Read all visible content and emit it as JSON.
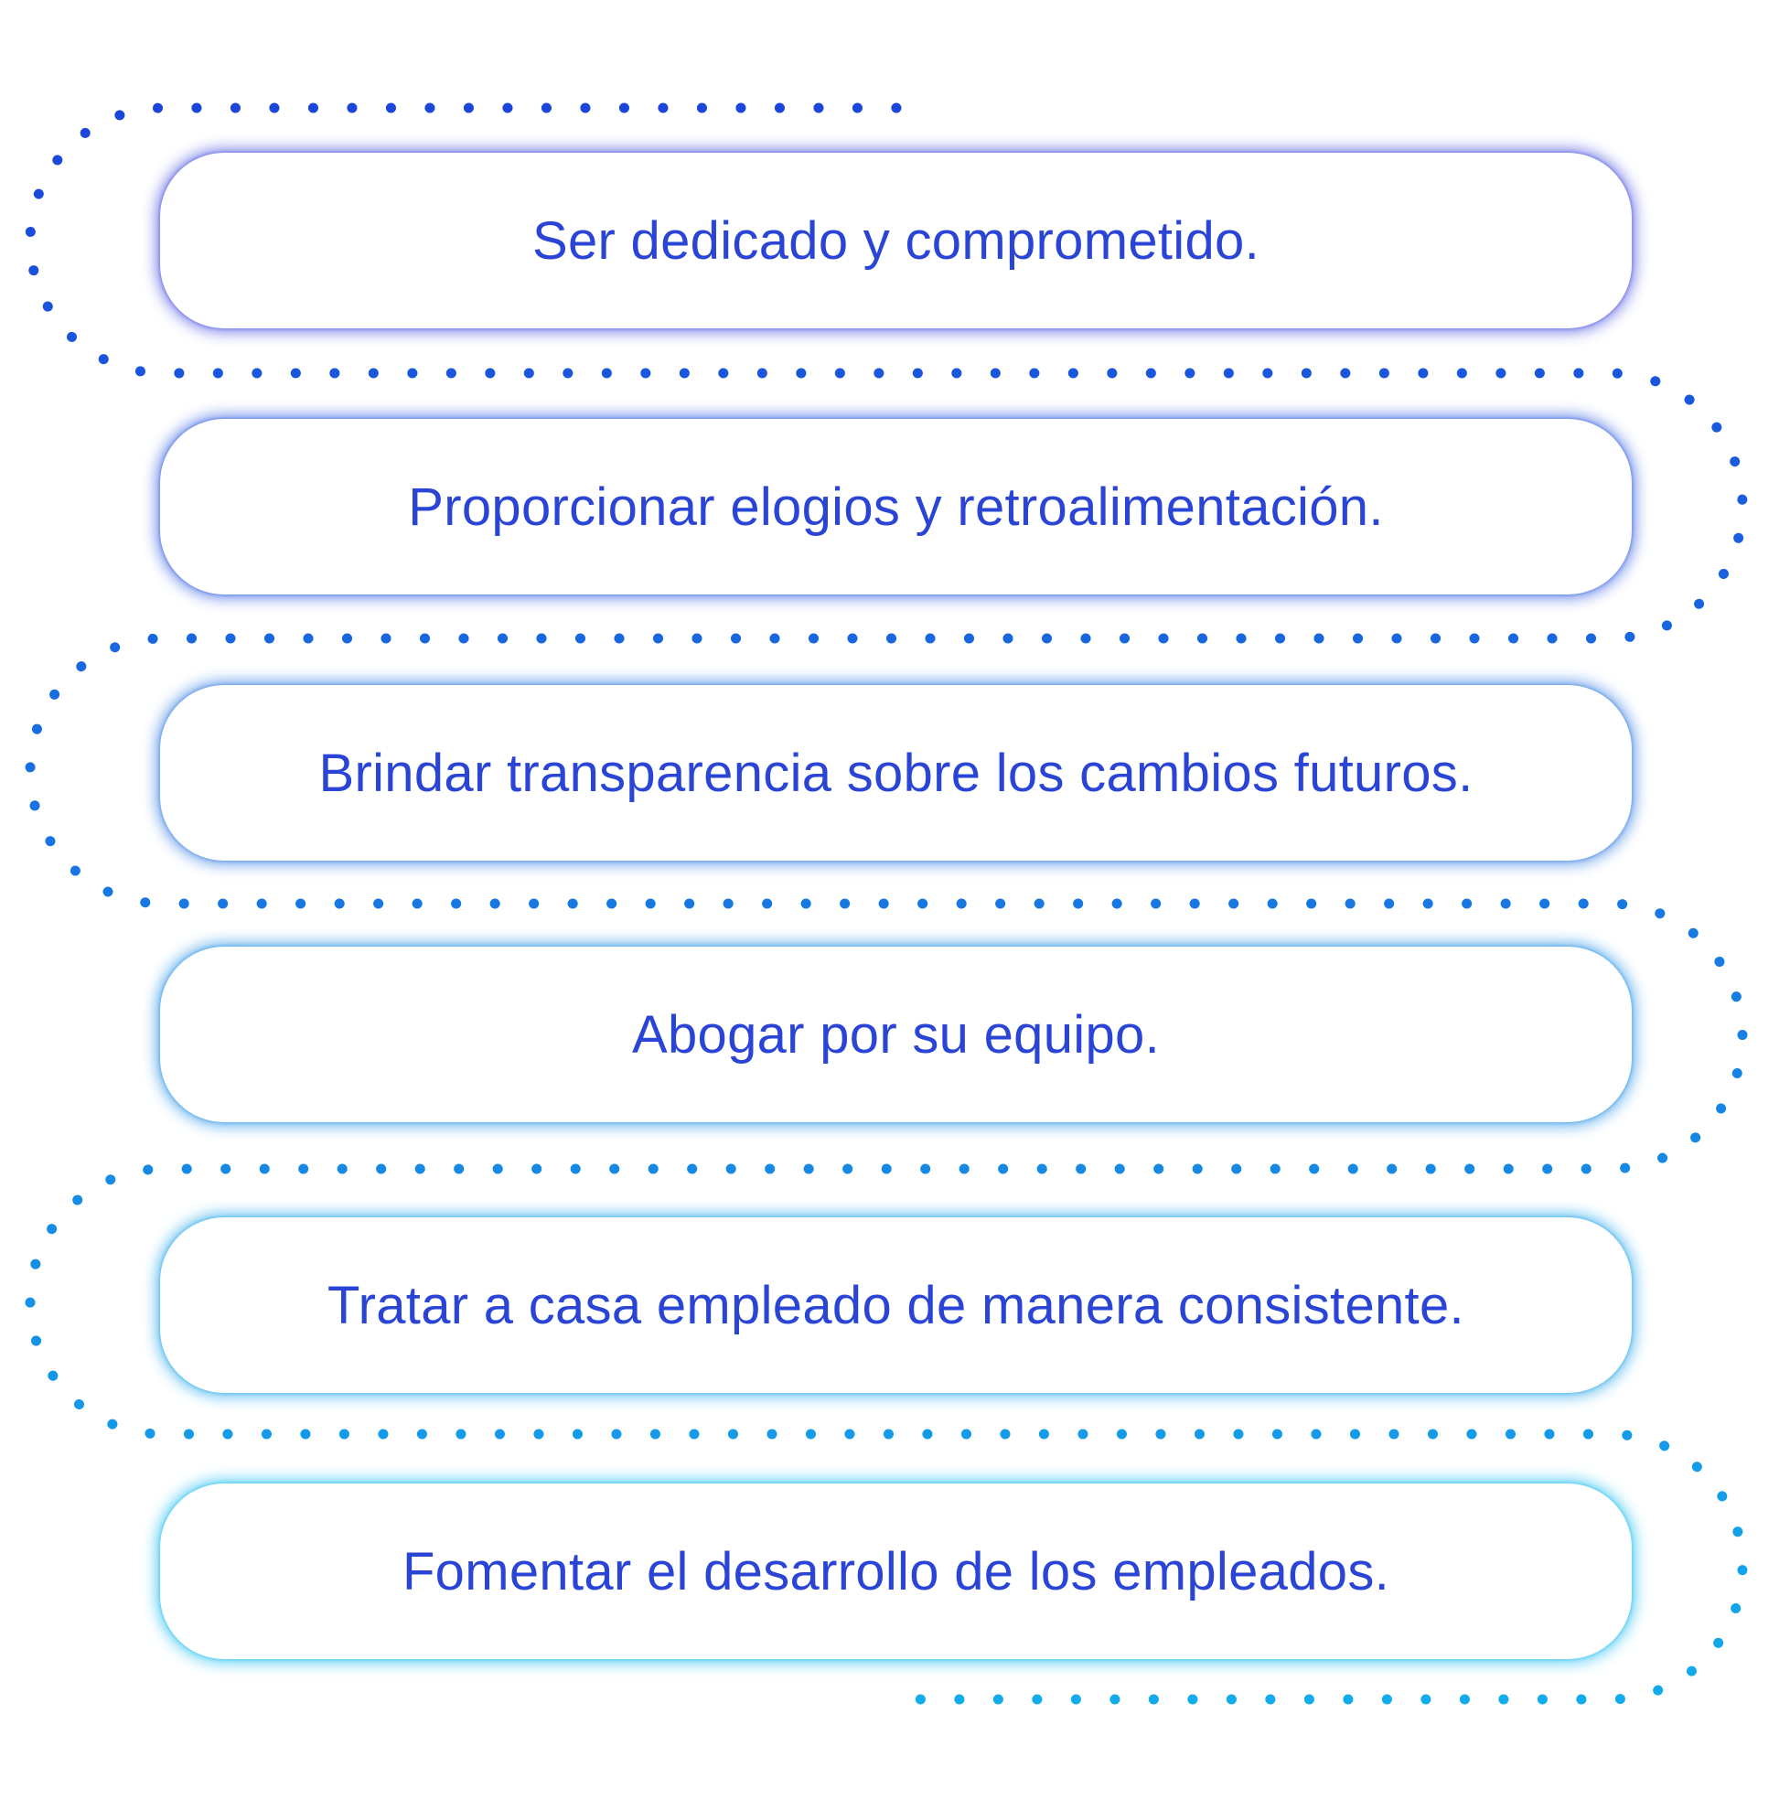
{
  "items": [
    {
      "label": "Ser dedicado y comprometido.",
      "glow": "#7d84e8"
    },
    {
      "label": "Proporcionar elogios y retroalimentación.",
      "glow": "#6f8ee9"
    },
    {
      "label": "Brindar transparencia sobre los cambios futuros.",
      "glow": "#6ea2ea"
    },
    {
      "label": "Abogar por su equipo.",
      "glow": "#66b2ee"
    },
    {
      "label": "Tratar a casa empleado de manera consistente.",
      "glow": "#66c0f0"
    },
    {
      "label": "Fomentar el desarrollo de los empleados.",
      "glow": "#5fd0f4"
    }
  ],
  "colors": {
    "text": "#2a45d6",
    "path_start": "#1c3ed8",
    "path_end": "#12b2ec"
  }
}
